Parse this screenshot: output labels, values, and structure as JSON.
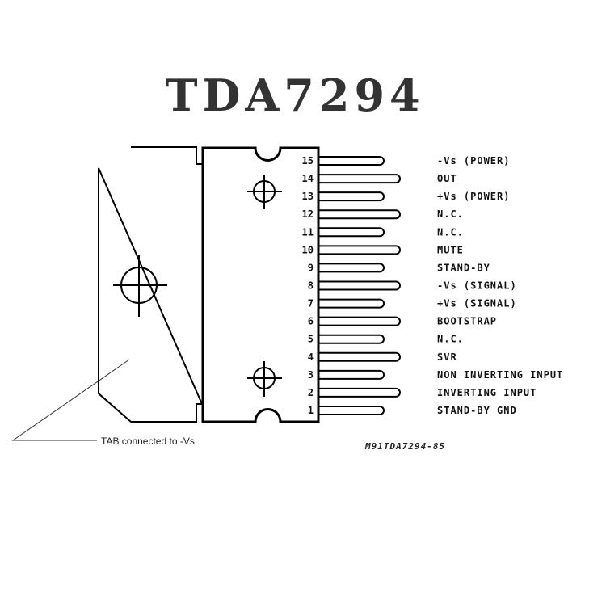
{
  "title": "TDA7294",
  "pins": [
    {
      "number": "15",
      "label": "-Vs (POWER)"
    },
    {
      "number": "14",
      "label": "OUT"
    },
    {
      "number": "13",
      "label": "+Vs (POWER)"
    },
    {
      "number": "12",
      "label": "N.C."
    },
    {
      "number": "11",
      "label": "N.C."
    },
    {
      "number": "10",
      "label": "MUTE"
    },
    {
      "number": "9",
      "label": "STAND-BY"
    },
    {
      "number": "8",
      "label": "-Vs (SIGNAL)"
    },
    {
      "number": "7",
      "label": "+Vs (SIGNAL)"
    },
    {
      "number": "6",
      "label": "BOOTSTRAP"
    },
    {
      "number": "5",
      "label": "N.C."
    },
    {
      "number": "4",
      "label": "SVR"
    },
    {
      "number": "3",
      "label": "NON INVERTING INPUT"
    },
    {
      "number": "2",
      "label": "INVERTING INPUT"
    },
    {
      "number": "1",
      "label": "STAND-BY GND"
    }
  ],
  "tab_note": "TAB connected to -Vs",
  "part_code": "M91TDA7294-85"
}
